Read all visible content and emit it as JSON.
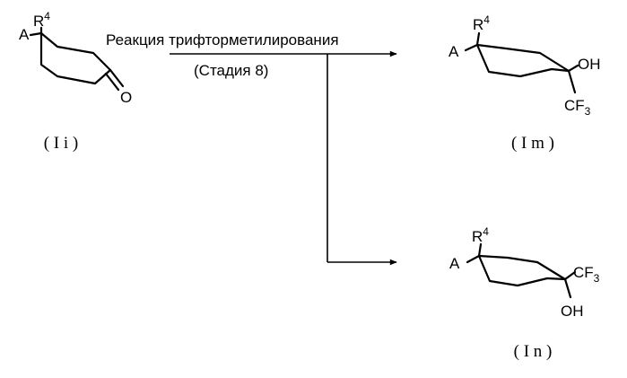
{
  "reaction": {
    "title": "Реакция трифторметилирования",
    "stage": "(Стадия 8)"
  },
  "compounds": [
    {
      "label": "( I i )",
      "atoms": {
        "a": "A",
        "r": "R",
        "r_sup": "4",
        "o": "O"
      }
    },
    {
      "label": "( I m )",
      "atoms": {
        "a": "A",
        "r": "R",
        "r_sup": "4",
        "oh": "OH",
        "cf": "CF",
        "cf_sub": "3"
      }
    },
    {
      "label": "( I n )",
      "atoms": {
        "a": "A",
        "r": "R",
        "r_sup": "4",
        "oh": "OH",
        "cf": "CF",
        "cf_sub": "3"
      }
    }
  ]
}
